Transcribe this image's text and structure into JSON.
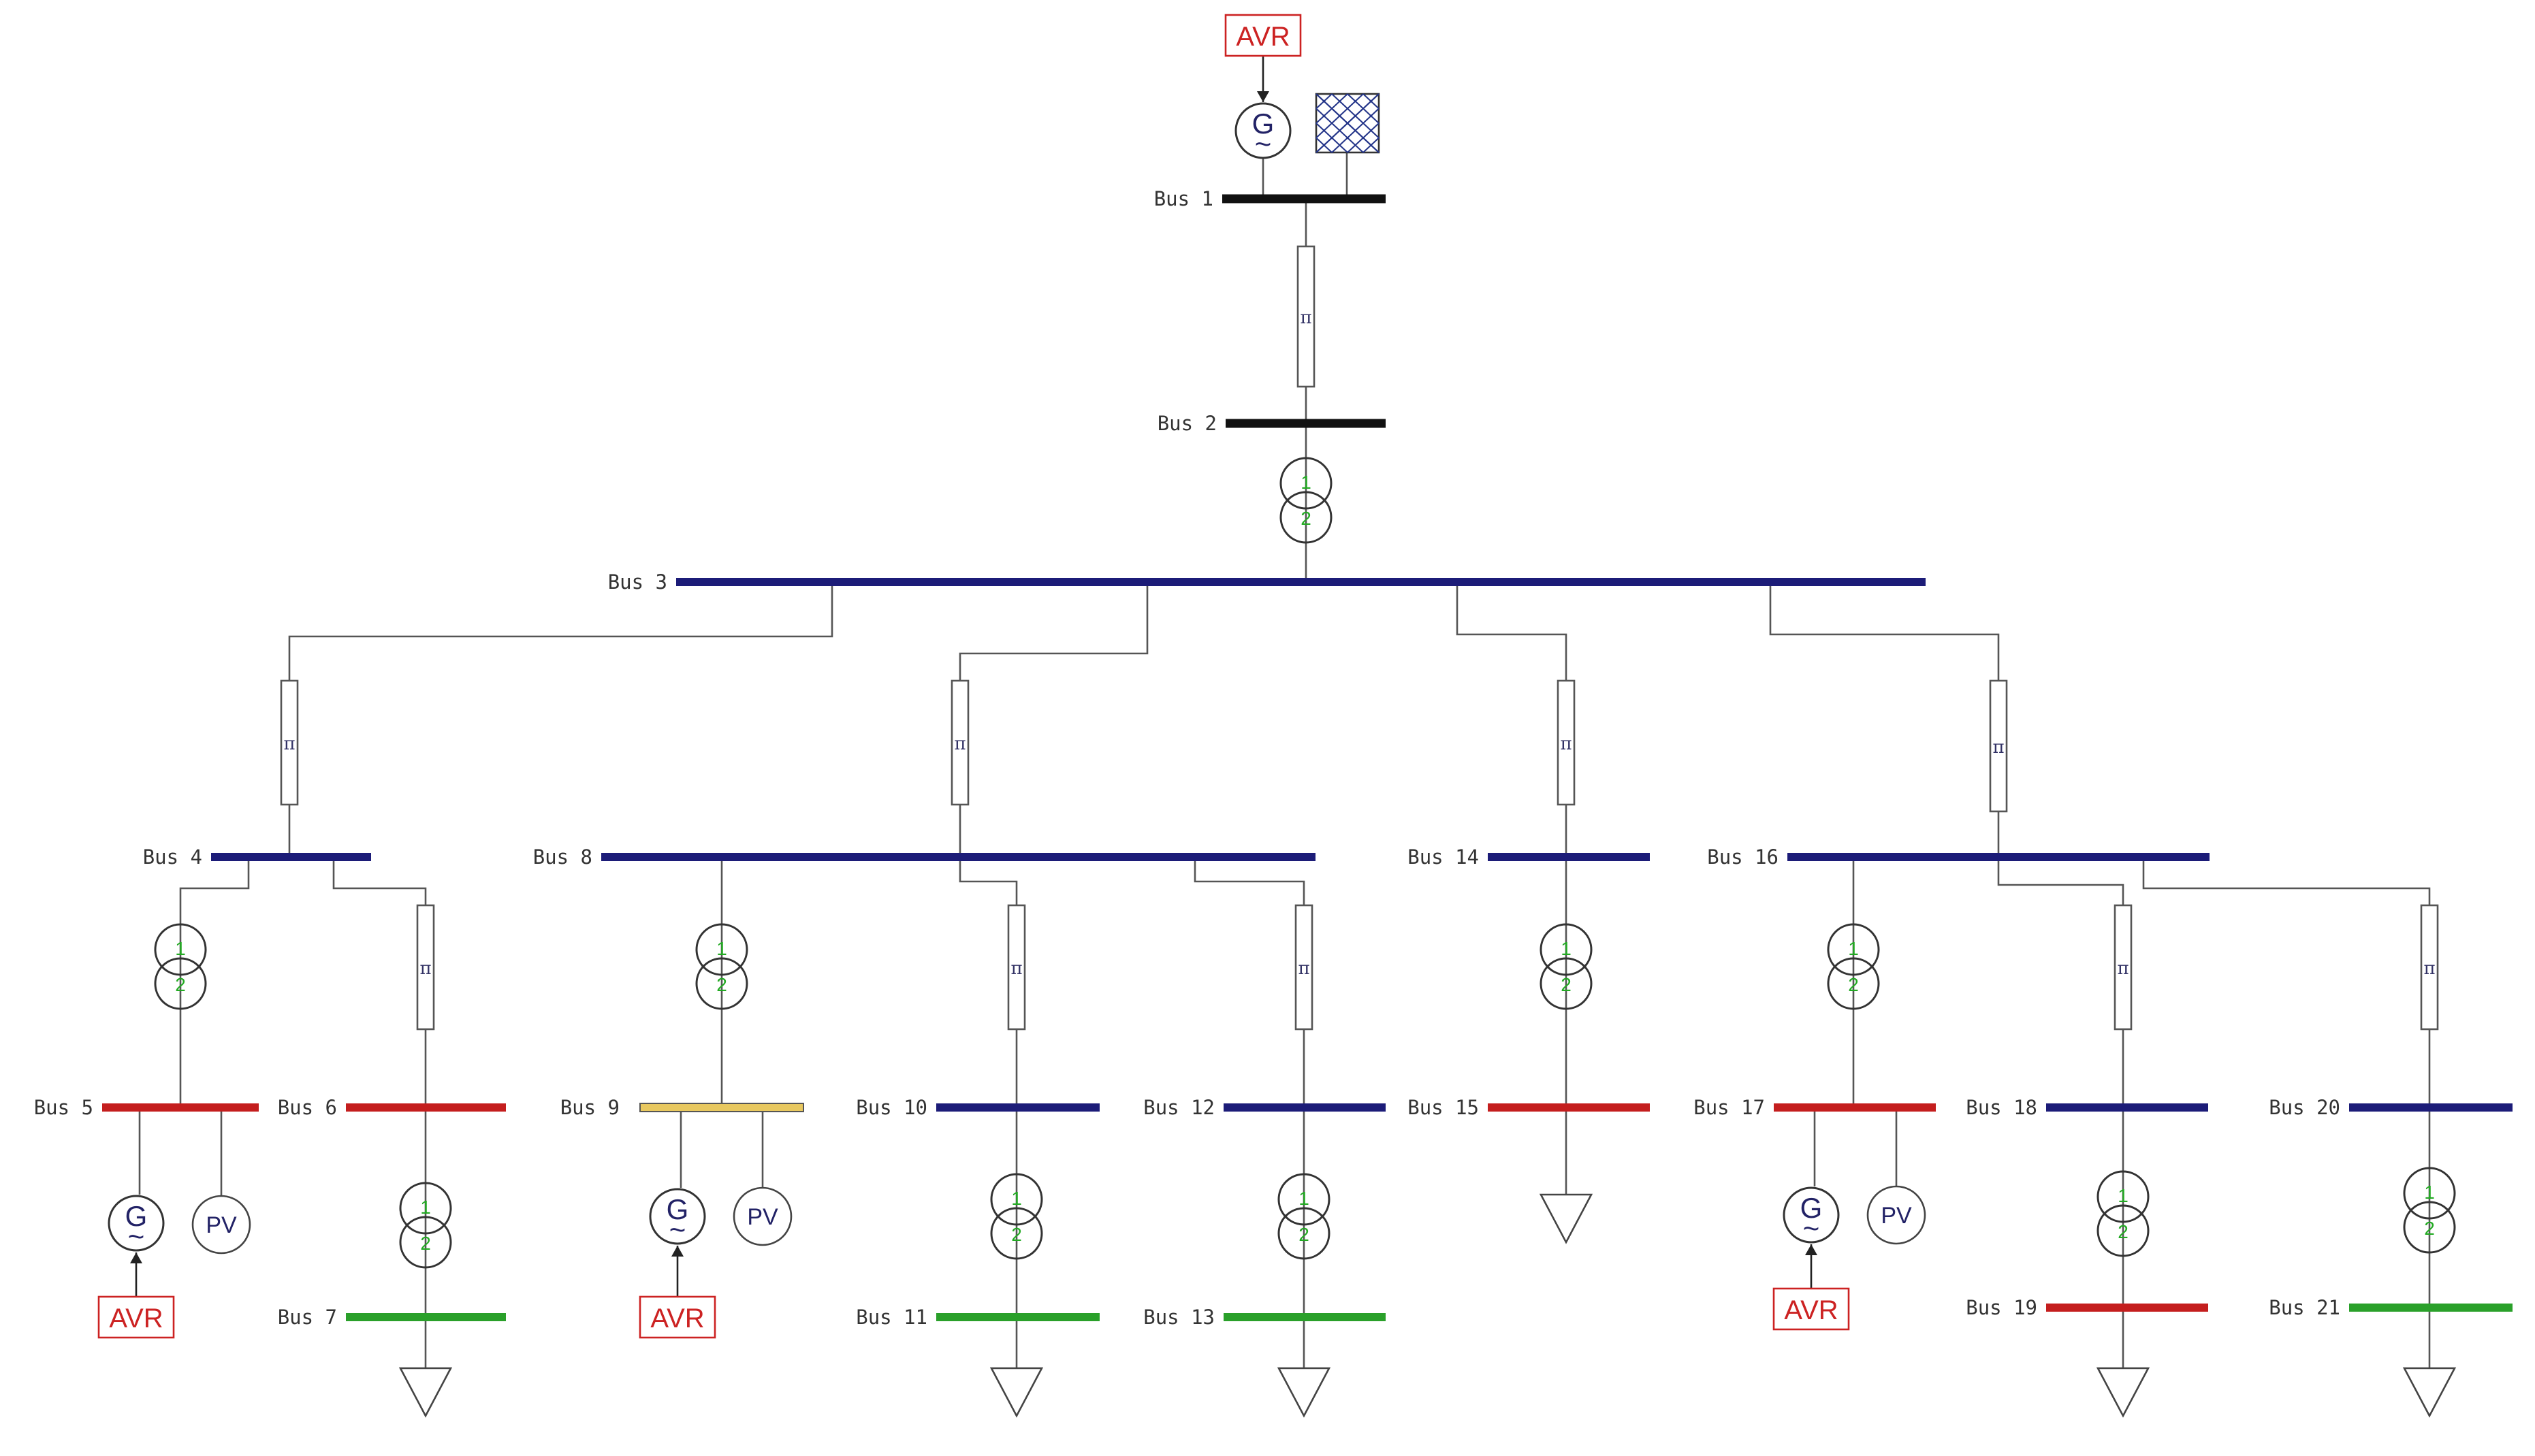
{
  "colors": {
    "bus_black": "#111111",
    "bus_blue": "#1c1c78",
    "bus_red": "#c41e1e",
    "bus_yellow": "#e8c860",
    "bus_green": "#2aa02a",
    "transformer_numbers": "#22aa22",
    "avr_text": "#cc2222",
    "symbol_blue": "#222266"
  },
  "buses": [
    {
      "label": "Bus 1",
      "color": "black"
    },
    {
      "label": "Bus 2",
      "color": "black"
    },
    {
      "label": "Bus 3",
      "color": "blue"
    },
    {
      "label": "Bus 4",
      "color": "blue"
    },
    {
      "label": "Bus 5",
      "color": "red"
    },
    {
      "label": "Bus 6",
      "color": "red"
    },
    {
      "label": "Bus 7",
      "color": "green"
    },
    {
      "label": "Bus 8",
      "color": "blue"
    },
    {
      "label": "Bus 9",
      "color": "yellow"
    },
    {
      "label": "Bus 10",
      "color": "blue"
    },
    {
      "label": "Bus 11",
      "color": "green"
    },
    {
      "label": "Bus 12",
      "color": "blue"
    },
    {
      "label": "Bus 13",
      "color": "green"
    },
    {
      "label": "Bus 14",
      "color": "blue"
    },
    {
      "label": "Bus 15",
      "color": "red"
    },
    {
      "label": "Bus 16",
      "color": "blue"
    },
    {
      "label": "Bus 17",
      "color": "red"
    },
    {
      "label": "Bus 18",
      "color": "blue"
    },
    {
      "label": "Bus 19",
      "color": "red"
    },
    {
      "label": "Bus 20",
      "color": "blue"
    },
    {
      "label": "Bus 21",
      "color": "green"
    }
  ],
  "symbols": {
    "avr_label": "AVR",
    "pv_label": "PV",
    "generator_letter": "G",
    "generator_wave": "~",
    "line_symbol": "π",
    "winding_1": "1",
    "winding_2": "2"
  },
  "icons": {
    "generator": "generator-icon",
    "external_grid": "external-grid-icon",
    "line": "line-pi-icon",
    "transformer": "transformer-icon",
    "load": "load-icon",
    "pv": "pv-icon",
    "avr": "avr-icon"
  }
}
